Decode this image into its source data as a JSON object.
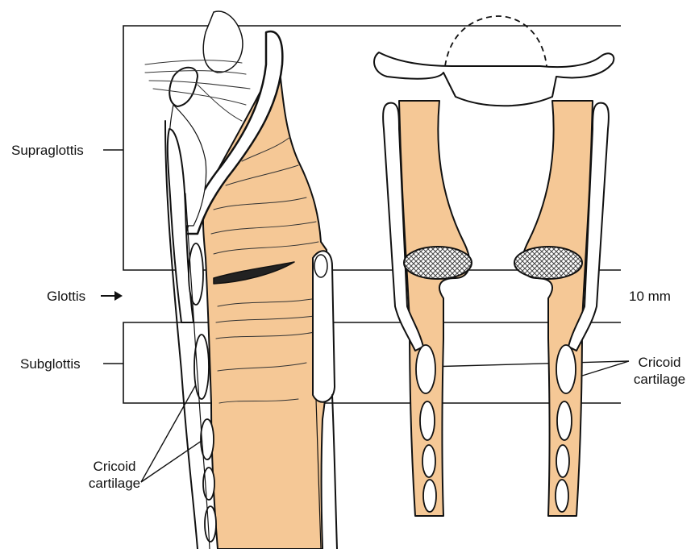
{
  "labels": {
    "supraglottis": "Supraglottis",
    "glottis": "Glottis",
    "subglottis": "Subglottis",
    "cricoid_left_line1": "Cricoid",
    "cricoid_left_line2": "cartilage",
    "cricoid_right_line1": "Cricoid",
    "cricoid_right_line2": "cartilage",
    "scale": "10 mm"
  },
  "colors": {
    "tissue": "#F5C896",
    "outline": "#111111",
    "background": "#ffffff",
    "cartilage": "#ffffff",
    "vocal_fold_hatch": "#555555"
  }
}
